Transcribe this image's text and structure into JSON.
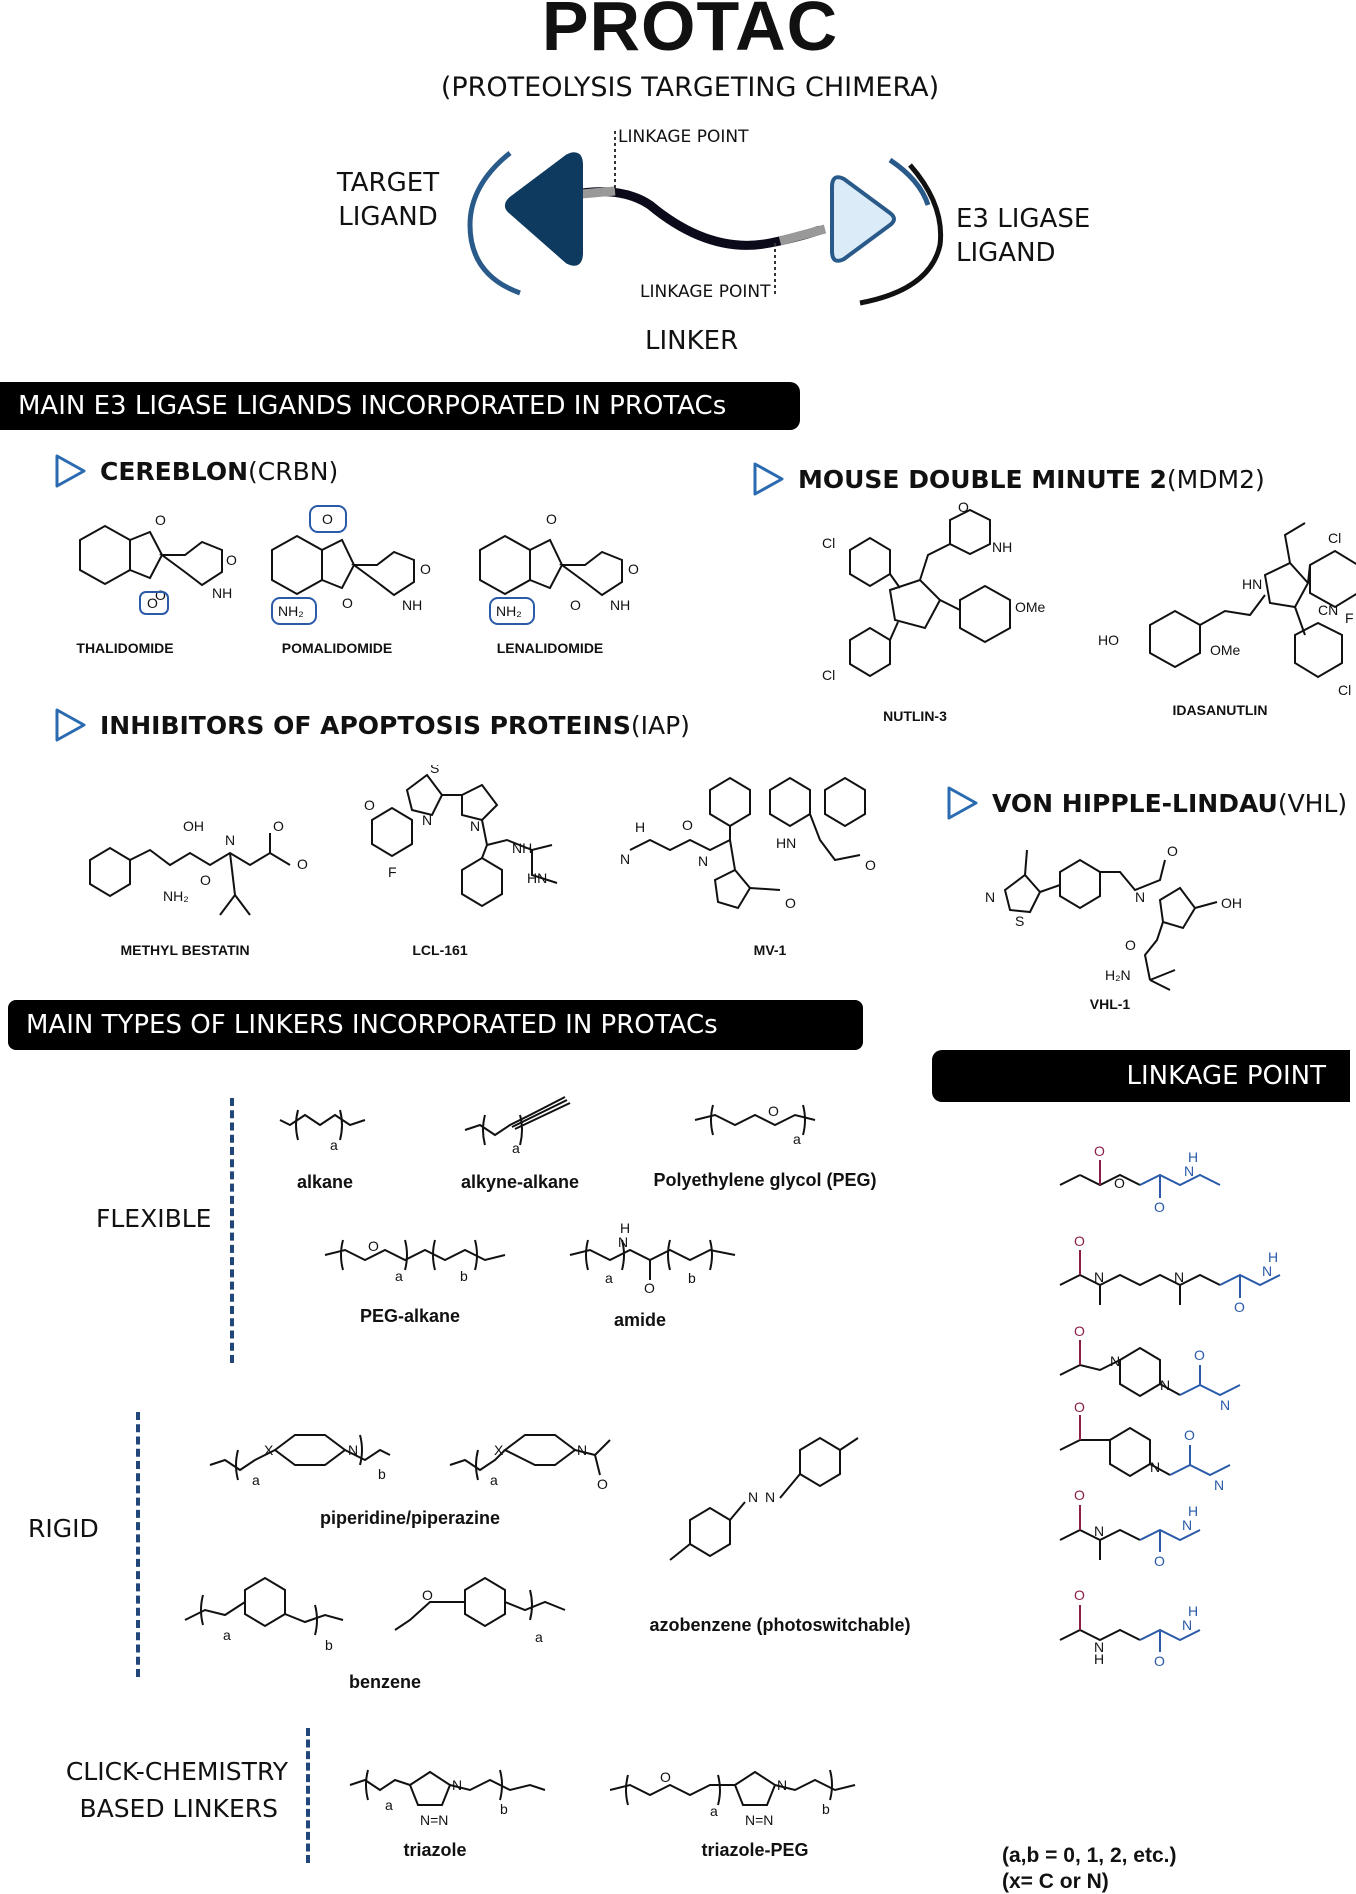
{
  "header": {
    "title": "PROTAC",
    "subtitle": "(PROTEOLYSIS TARGETING CHIMERA)"
  },
  "diagram": {
    "target_ligand": "TARGET LIGAND",
    "e3_ligand": "E3 LIGASE LIGAND",
    "linkage_top": "LINKAGE POINT",
    "linkage_bottom": "LINKAGE POINT",
    "linker": "LINKER",
    "colors": {
      "target": "#0d3a5e",
      "e3": "#dcebf8",
      "e3_stroke": "#2a5a8a",
      "bracket": "#2a5a8a"
    }
  },
  "banners": {
    "e3_ligands": "MAIN E3 LIGASE LIGANDS INCORPORATED IN PROTACs",
    "linkers": "MAIN TYPES OF LINKERS INCORPORATED IN PROTACs",
    "linkage_point": "LINKAGE POINT"
  },
  "sections": {
    "crbn": {
      "bold": "CEREBLON",
      "rest": " (CRBN)",
      "compounds": [
        "THALIDOMIDE",
        "POMALIDOMIDE",
        "LENALIDOMIDE"
      ]
    },
    "mdm2": {
      "bold": "MOUSE DOUBLE MINUTE 2",
      "rest": " (MDM2)",
      "compounds": [
        "NUTLIN-3",
        "IDASANUTLIN"
      ]
    },
    "iap": {
      "bold": "INHIBITORS OF APOPTOSIS PROTEINS",
      "rest": " (IAP)",
      "compounds": [
        "METHYL BESTATIN",
        "LCL-161",
        "MV-1"
      ]
    },
    "vhl": {
      "bold": "VON HIPPLE-LINDAU",
      "rest": " (VHL)",
      "compounds": [
        "VHL-1"
      ]
    }
  },
  "linkers": {
    "flexible": {
      "label": "FLEXIBLE",
      "items": [
        "alkane",
        "alkyne-alkane",
        "Polyethylene glycol (PEG)",
        "PEG-alkane",
        "amide"
      ]
    },
    "rigid": {
      "label": "RIGID",
      "items": [
        "piperidine/piperazine",
        "azobenzene (photoswitchable)",
        "benzene"
      ]
    },
    "click": {
      "label_line1": "CLICK-CHEMISTRY",
      "label_line2": "BASED LINKERS",
      "items": [
        "triazole",
        "triazole-PEG"
      ]
    }
  },
  "notes": {
    "line1": "(a,b = 0, 1, 2, etc.)",
    "line2": "(x= C or N)"
  },
  "accent_color": "#21467a"
}
